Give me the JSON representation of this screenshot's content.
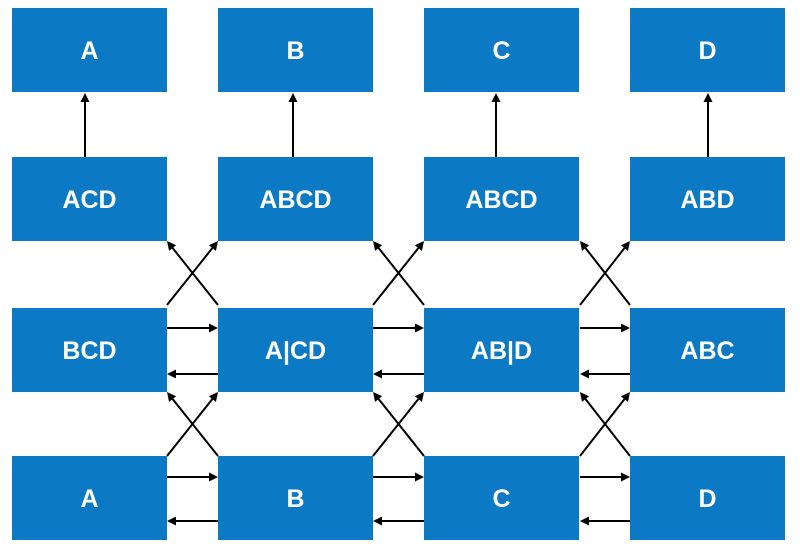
{
  "colors": {
    "box": "#0b79c4",
    "text": "#ffffff",
    "arrow": "#000000"
  },
  "rows": [
    {
      "name": "top",
      "labels": [
        "A",
        "B",
        "C",
        "D"
      ]
    },
    {
      "name": "second",
      "labels": [
        "ACD",
        "ABCD",
        "ABCD",
        "ABD"
      ]
    },
    {
      "name": "third",
      "labels": [
        "BCD",
        "A|CD",
        "AB|D",
        "ABC"
      ]
    },
    {
      "name": "bottom",
      "labels": [
        "A",
        "B",
        "C",
        "D"
      ]
    }
  ]
}
